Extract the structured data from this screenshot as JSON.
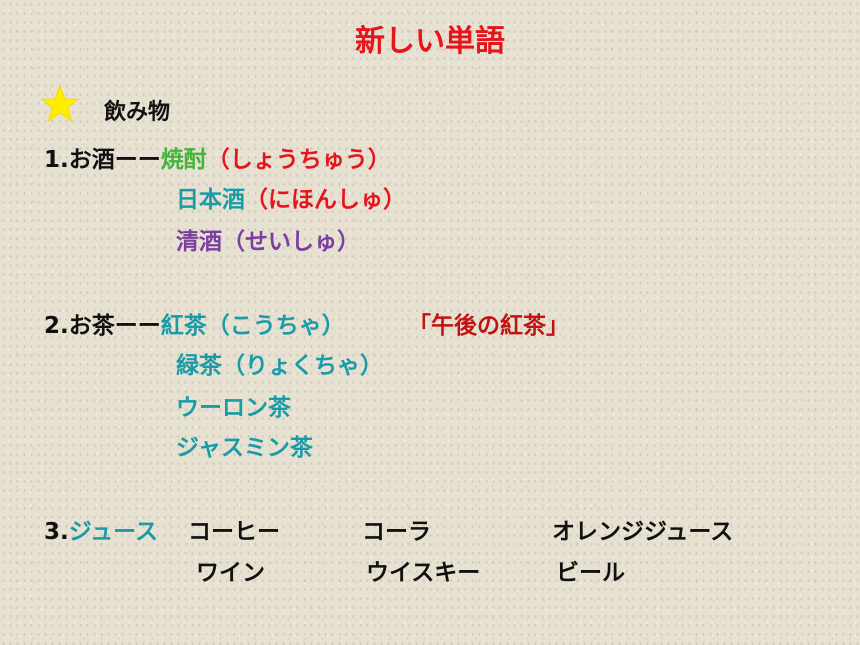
{
  "title": "新しい単語",
  "section": {
    "icon": "star-icon",
    "label": "飲み物"
  },
  "sake": {
    "number": "1.",
    "head": "お酒",
    "dash": "ーー",
    "shochu_kanji": "焼酎",
    "shochu_reading": "（しょうちゅう）",
    "nihonshu_kanji": "日本酒",
    "nihonshu_reading": "（にほんしゅ）",
    "seishu_kanji": "清酒",
    "seishu_reading": "（せいしゅ）"
  },
  "tea": {
    "number": "2.",
    "head": "お茶",
    "dash": "ーー",
    "kocha_kanji": "紅茶",
    "kocha_reading": "（こうちゃ）",
    "brand": "「午後の紅茶」",
    "ryokucha_kanji": "緑茶",
    "ryokucha_reading": "（りょくちゃ）",
    "oolong": "ウーロン茶",
    "jasmine": "ジャスミン茶"
  },
  "juice": {
    "number": "3.",
    "head": "ジュース",
    "row1": [
      "コーヒー",
      "コーラ",
      "オレンジジュース"
    ],
    "row2": [
      "ワイン",
      "ウイスキー",
      "ビール"
    ]
  },
  "colors": {
    "title": "#e8141c",
    "green": "#44b43a",
    "teal": "#1a9ba8",
    "purple": "#7a3fa0",
    "star": "#ffee00"
  }
}
